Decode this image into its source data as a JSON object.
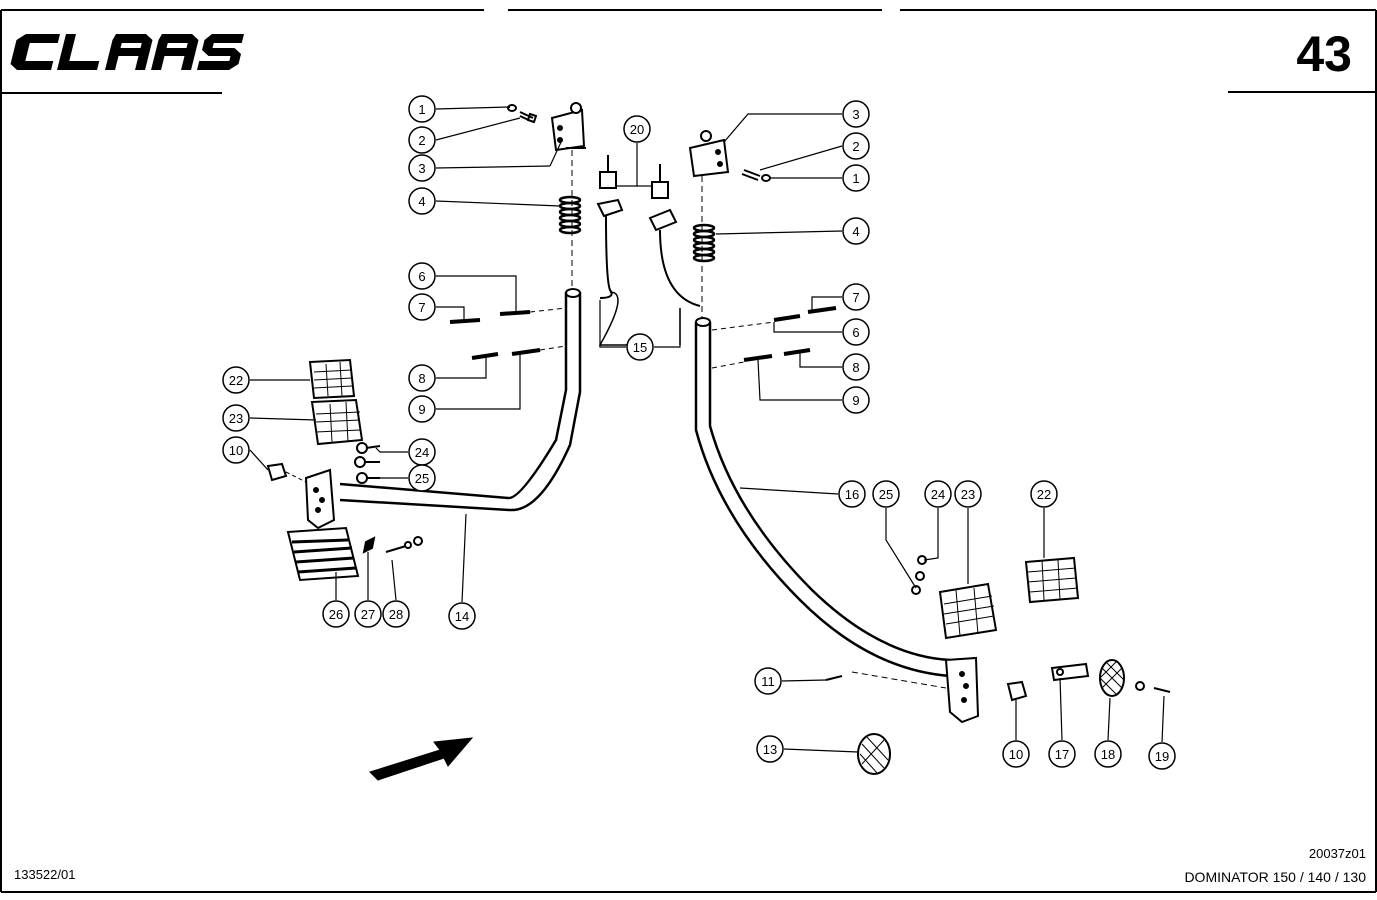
{
  "header": {
    "brand": "CLAAS",
    "page_number": "43"
  },
  "footer": {
    "doc_code": "133522/01",
    "figure_code": "20037z01",
    "model": "DOMINATOR 150 / 140 / 130"
  },
  "callouts": [
    {
      "id": "c1L",
      "label": "1"
    },
    {
      "id": "c2L",
      "label": "2"
    },
    {
      "id": "c3L",
      "label": "3"
    },
    {
      "id": "c4L",
      "label": "4"
    },
    {
      "id": "c6L",
      "label": "6"
    },
    {
      "id": "c7L",
      "label": "7"
    },
    {
      "id": "c8L",
      "label": "8"
    },
    {
      "id": "c9L",
      "label": "9"
    },
    {
      "id": "c22L",
      "label": "22"
    },
    {
      "id": "c23L",
      "label": "23"
    },
    {
      "id": "c10L",
      "label": "10"
    },
    {
      "id": "c24L",
      "label": "24"
    },
    {
      "id": "c25L",
      "label": "25"
    },
    {
      "id": "c26",
      "label": "26"
    },
    {
      "id": "c27",
      "label": "27"
    },
    {
      "id": "c28",
      "label": "28"
    },
    {
      "id": "c14",
      "label": "14"
    },
    {
      "id": "c15",
      "label": "15"
    },
    {
      "id": "c20",
      "label": "20"
    },
    {
      "id": "c3R",
      "label": "3"
    },
    {
      "id": "c2R",
      "label": "2"
    },
    {
      "id": "c1R",
      "label": "1"
    },
    {
      "id": "c4R",
      "label": "4"
    },
    {
      "id": "c7R",
      "label": "7"
    },
    {
      "id": "c6R",
      "label": "6"
    },
    {
      "id": "c8R",
      "label": "8"
    },
    {
      "id": "c9R",
      "label": "9"
    },
    {
      "id": "c16",
      "label": "16"
    },
    {
      "id": "c25R",
      "label": "25"
    },
    {
      "id": "c24R",
      "label": "24"
    },
    {
      "id": "c23R",
      "label": "23"
    },
    {
      "id": "c22R",
      "label": "22"
    },
    {
      "id": "c11",
      "label": "11"
    },
    {
      "id": "c10R",
      "label": "10"
    },
    {
      "id": "c17",
      "label": "17"
    },
    {
      "id": "c18",
      "label": "18"
    },
    {
      "id": "c19",
      "label": "19"
    },
    {
      "id": "c13",
      "label": "13"
    }
  ]
}
